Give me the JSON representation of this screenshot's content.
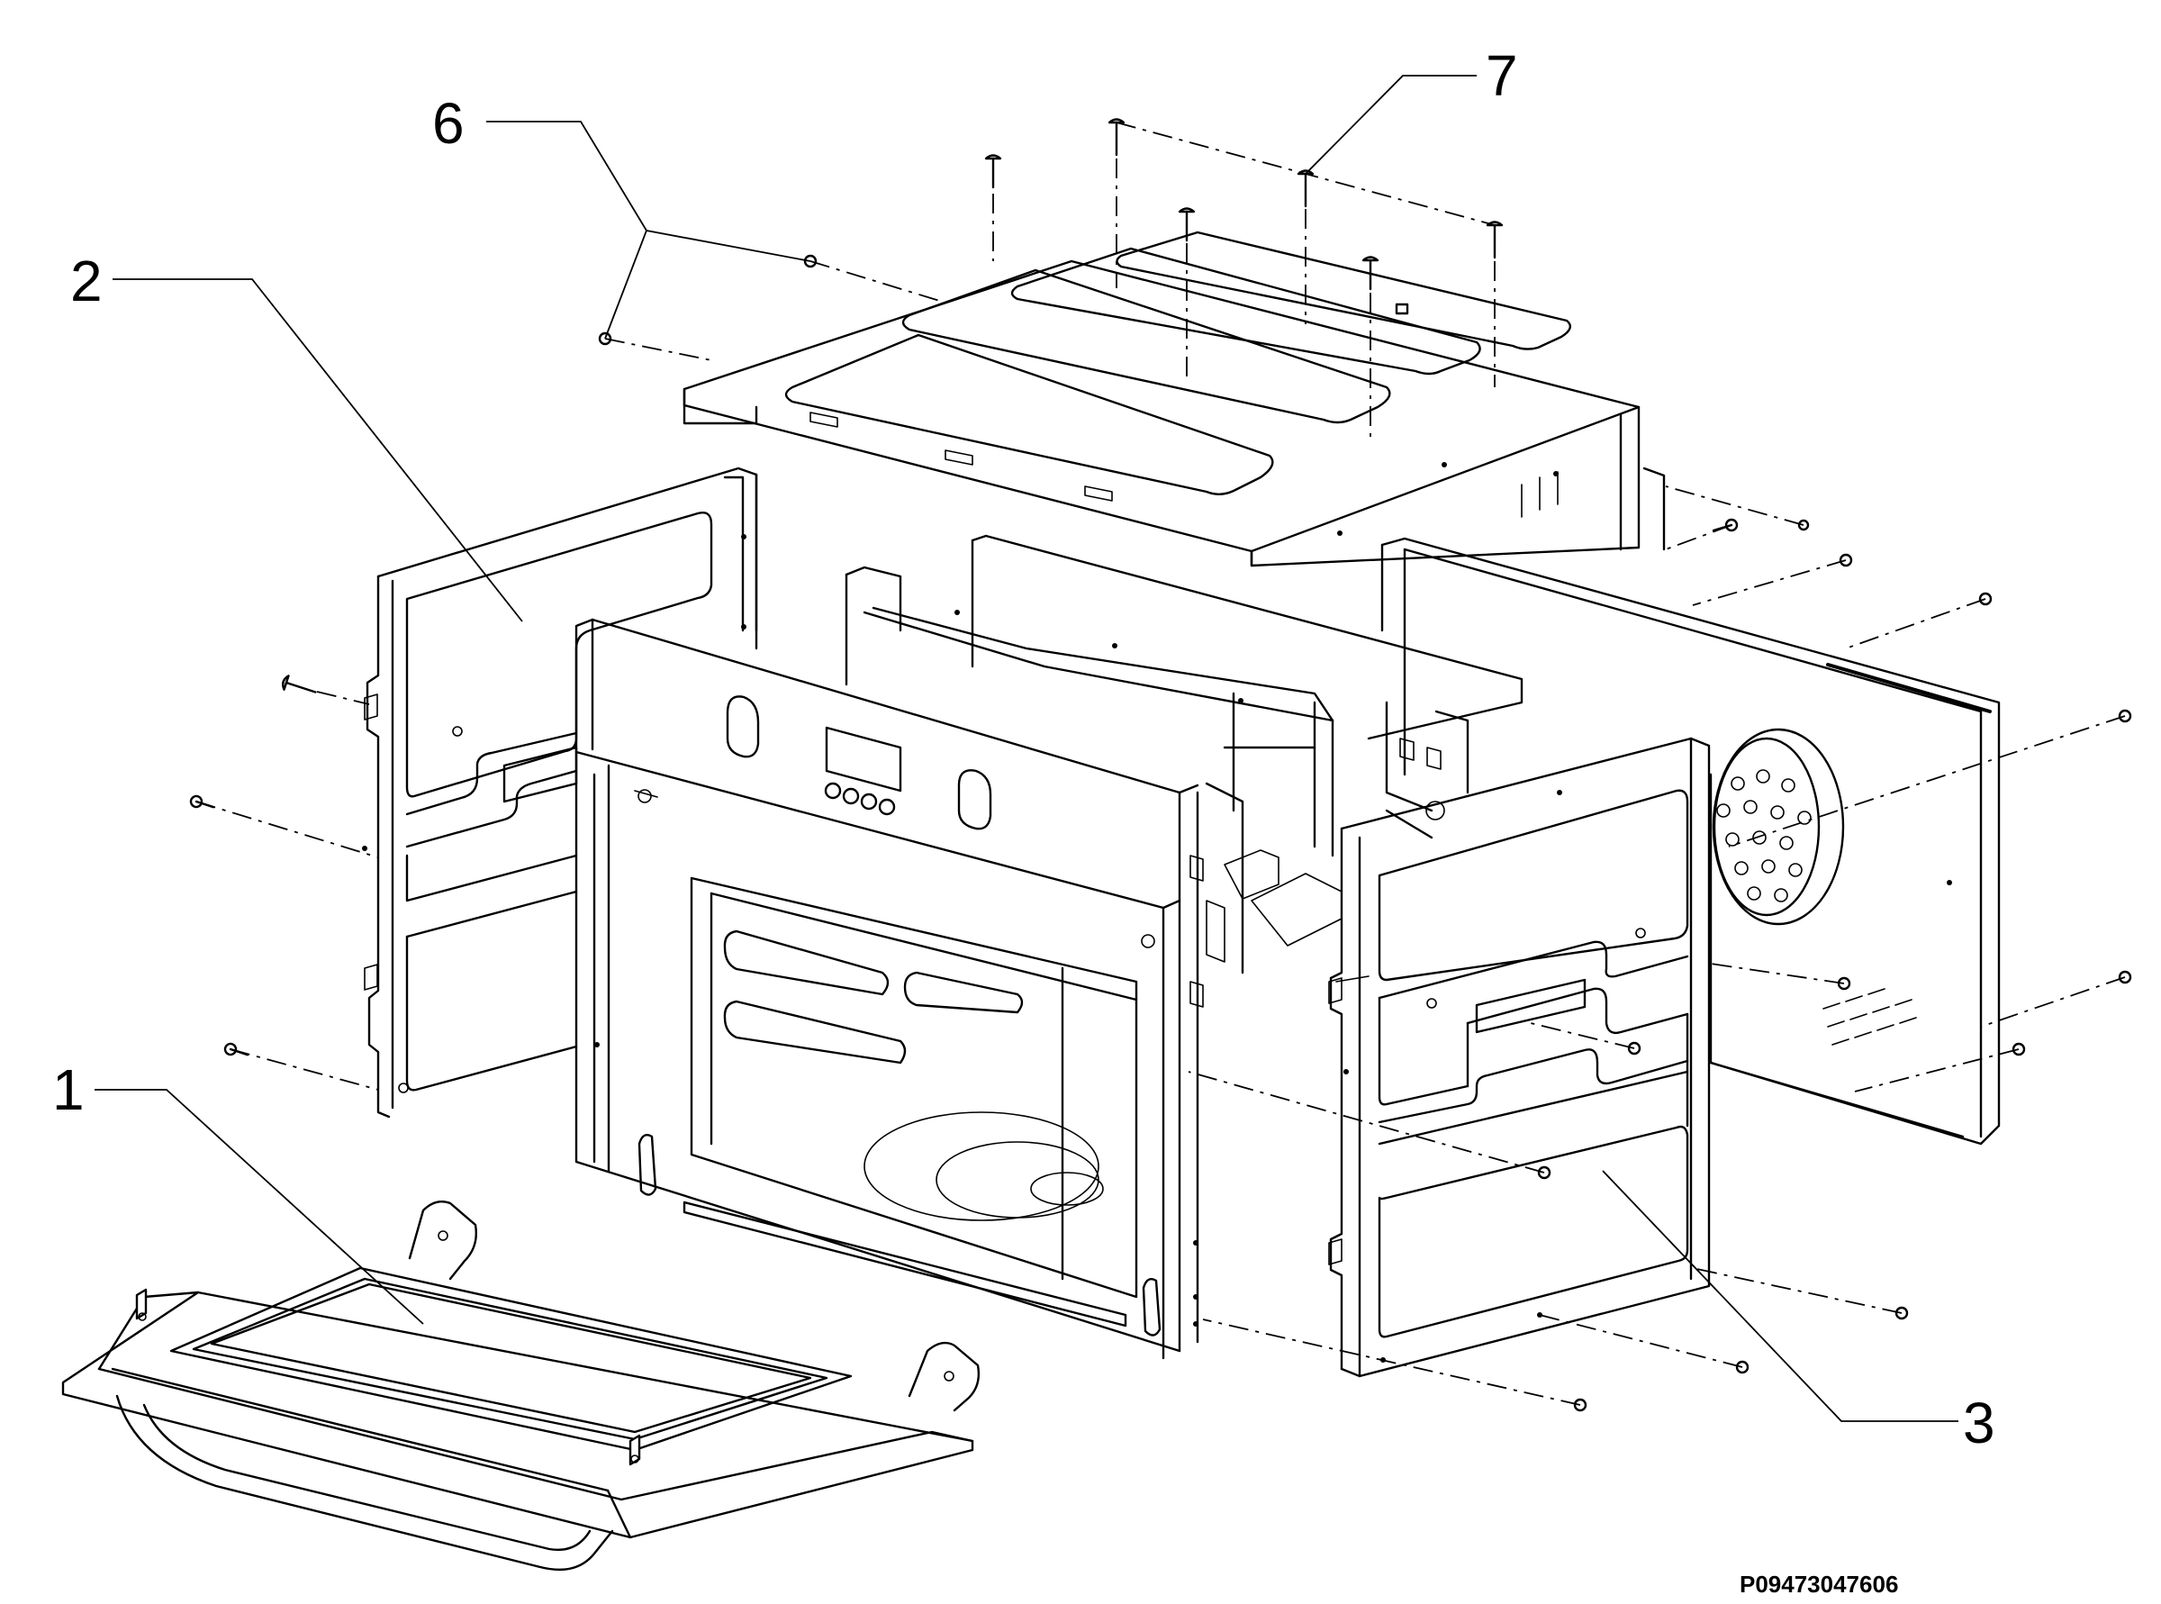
{
  "callouts": {
    "c1": "1",
    "c2": "2",
    "c3": "3",
    "c6": "6",
    "c7": "7"
  },
  "drawing_code": "P09473047606"
}
